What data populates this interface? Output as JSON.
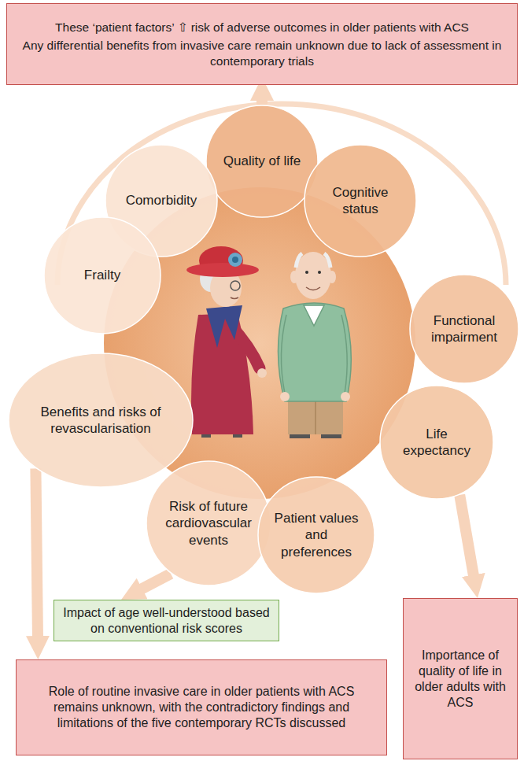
{
  "diagram": {
    "nodes": [
      {
        "text": [
          "These ‘patient factors’ ⇧ risk of adverse outcomes in older patients with ACS",
          "Any differential benefits from invasive care remain unknown due to lack of assessment in contemporary trials"
        ]
      },
      {
        "text": [
          "Quality of life"
        ]
      },
      {
        "text": [
          "Comorbidity"
        ]
      },
      {
        "text": [
          "Cognitive status"
        ]
      },
      {
        "text": [
          "Frailty"
        ]
      },
      {
        "text": [
          "Functional impairment"
        ]
      },
      {
        "text": [
          "Benefits and risks of revascularisation"
        ]
      },
      {
        "text": [
          "Life expectancy"
        ]
      },
      {
        "text": [
          "Risk of future cardiovascular events"
        ]
      },
      {
        "text": [
          "Patient values and preferences"
        ]
      },
      {
        "text": [
          "Impact of age well-understood based on conventional risk scores"
        ]
      },
      {
        "text": [
          "Importance of quality of life in older adults with ACS"
        ]
      },
      {
        "text": [
          "Role of routine invasive care in older patients with ACS remains unknown, with the contradictory findings and limitations of the five contemporary RCTs discussed"
        ]
      }
    ],
    "edges": [
      {
        "from": 1,
        "to": 0,
        "arrow": "to"
      },
      {
        "from": 6,
        "to": 12,
        "arrow": "to"
      },
      {
        "from": 8,
        "to": 10,
        "arrow": "to"
      },
      {
        "from": 7,
        "to": 11,
        "arrow": "to"
      }
    ]
  }
}
